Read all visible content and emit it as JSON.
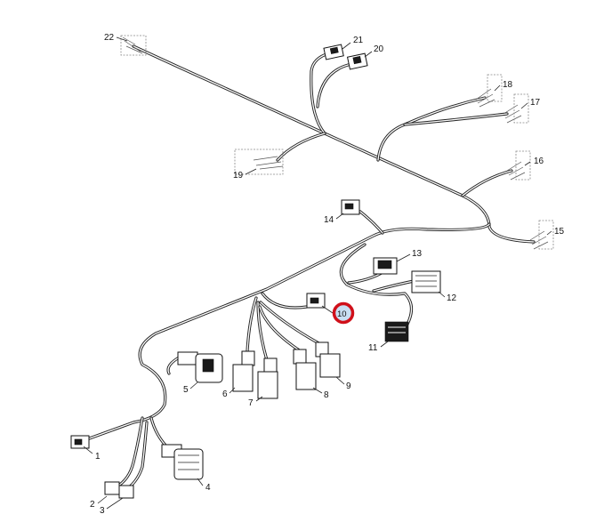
{
  "callouts": [
    {
      "id": "1",
      "text": "1"
    },
    {
      "id": "2",
      "text": "2"
    },
    {
      "id": "3",
      "text": "3"
    },
    {
      "id": "4",
      "text": "4"
    },
    {
      "id": "5",
      "text": "5"
    },
    {
      "id": "6",
      "text": "6"
    },
    {
      "id": "7",
      "text": "7"
    },
    {
      "id": "8",
      "text": "8"
    },
    {
      "id": "9",
      "text": "9"
    },
    {
      "id": "10",
      "text": "10",
      "highlighted": true
    },
    {
      "id": "11",
      "text": "11"
    },
    {
      "id": "12",
      "text": "12"
    },
    {
      "id": "13",
      "text": "13"
    },
    {
      "id": "14",
      "text": "14"
    },
    {
      "id": "15",
      "text": "15"
    },
    {
      "id": "16",
      "text": "16"
    },
    {
      "id": "17",
      "text": "17"
    },
    {
      "id": "18",
      "text": "18"
    },
    {
      "id": "19",
      "text": "19"
    },
    {
      "id": "20",
      "text": "20"
    },
    {
      "id": "21",
      "text": "21"
    },
    {
      "id": "22",
      "text": "22"
    }
  ],
  "colors": {
    "highlight_ring": "#d0101a",
    "highlight_fill": "#c9dff3",
    "line": "#222222",
    "background": "#ffffff"
  }
}
